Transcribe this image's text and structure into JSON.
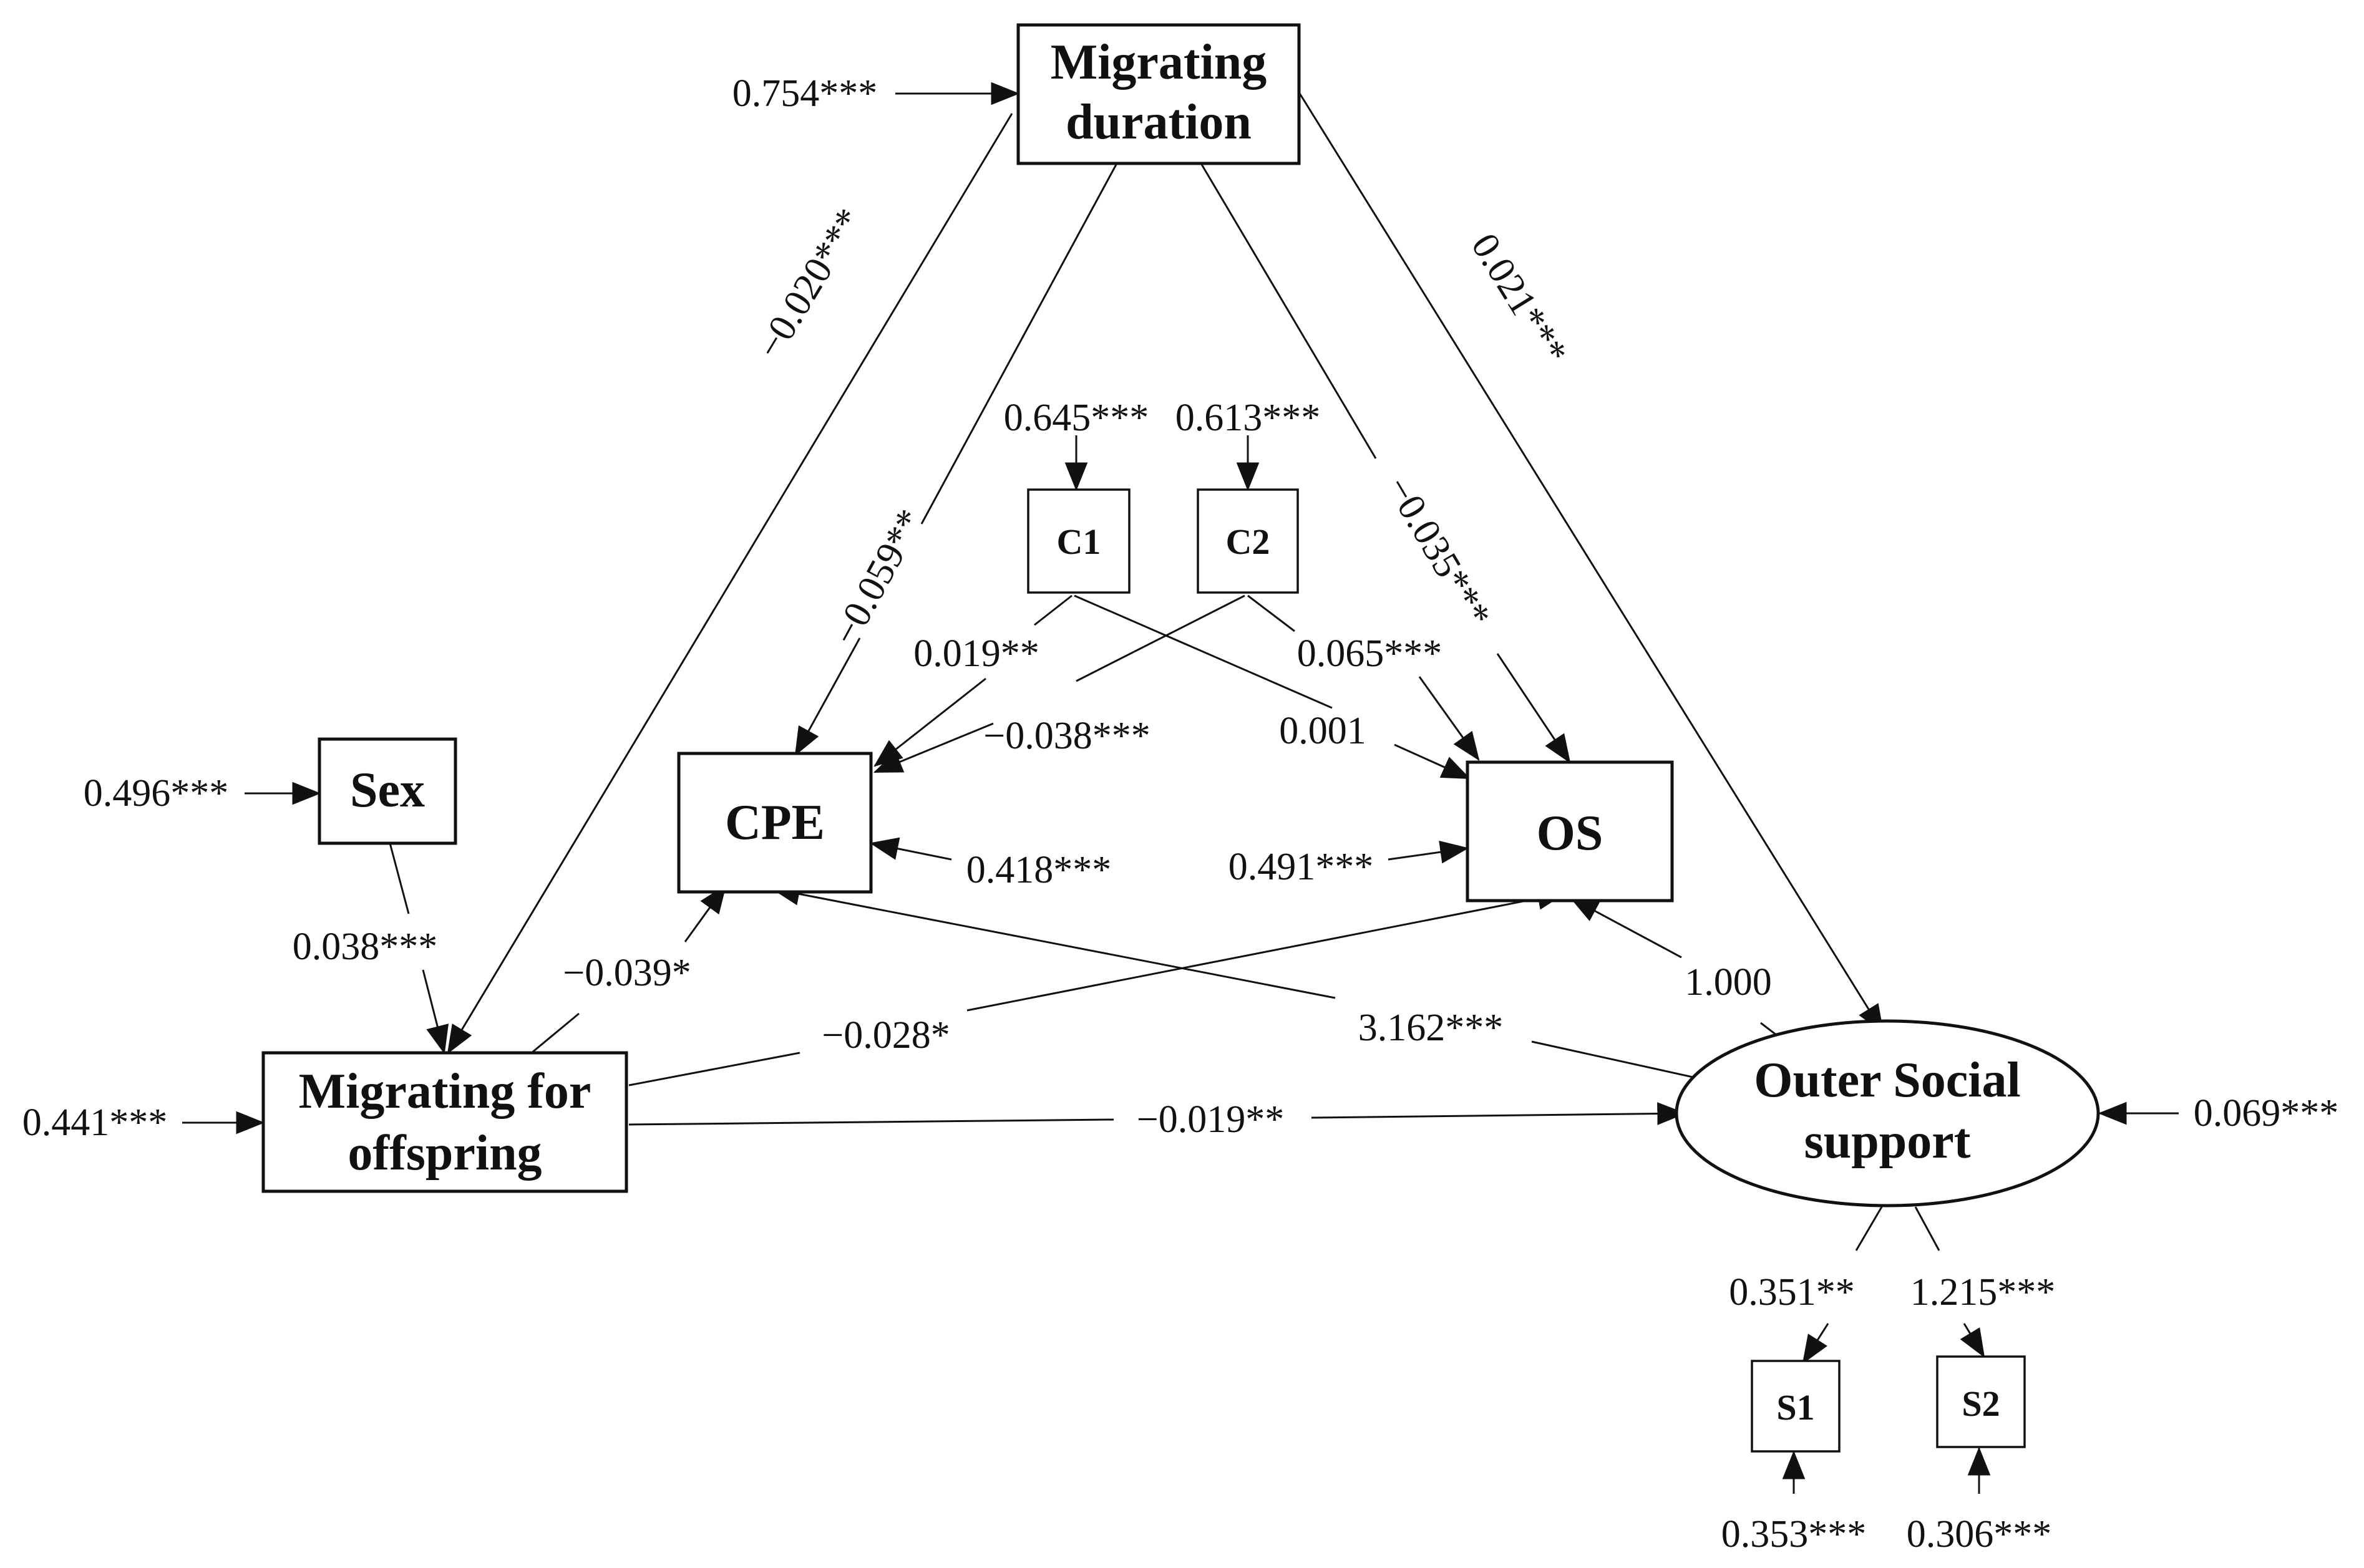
{
  "nodes": {
    "migrating_duration": [
      "Migrating",
      "duration"
    ],
    "migrating_for_offspring": [
      "Migrating for",
      "offspring"
    ],
    "sex": "Sex",
    "cpe": "CPE",
    "os": "OS",
    "outer_social_support": [
      "Outer Social",
      "support"
    ],
    "c1": "C1",
    "c2": "C2",
    "s1": "S1",
    "s2": "S2"
  },
  "paths": {
    "md_to_mfo": "−0.020***",
    "md_to_cpe": "−0.059**",
    "md_to_os": "−0.035***",
    "md_to_oss": "0.021***",
    "c1_to_cpe": "0.019**",
    "c2_to_os": "0.065***",
    "c2_to_cpe": "−0.038***",
    "c1_to_os": "0.001",
    "sex_to_mfo": "0.038***",
    "mfo_to_cpe": "−0.039*",
    "mfo_to_os": "−0.028*",
    "mfo_to_oss": "−0.019**",
    "oss_to_cpe": "3.162***",
    "oss_to_os": "1.000",
    "oss_to_s1": "0.351**",
    "oss_to_s2": "1.215***"
  },
  "errors": {
    "migrating_duration": "0.754***",
    "c1": "0.645***",
    "c2": "0.613***",
    "sex": "0.496***",
    "cpe": "0.418***",
    "os": "0.491***",
    "migrating_for_offspring": "0.441***",
    "outer_social_support": "0.069***",
    "s1": "0.353***",
    "s2": "0.306***"
  }
}
